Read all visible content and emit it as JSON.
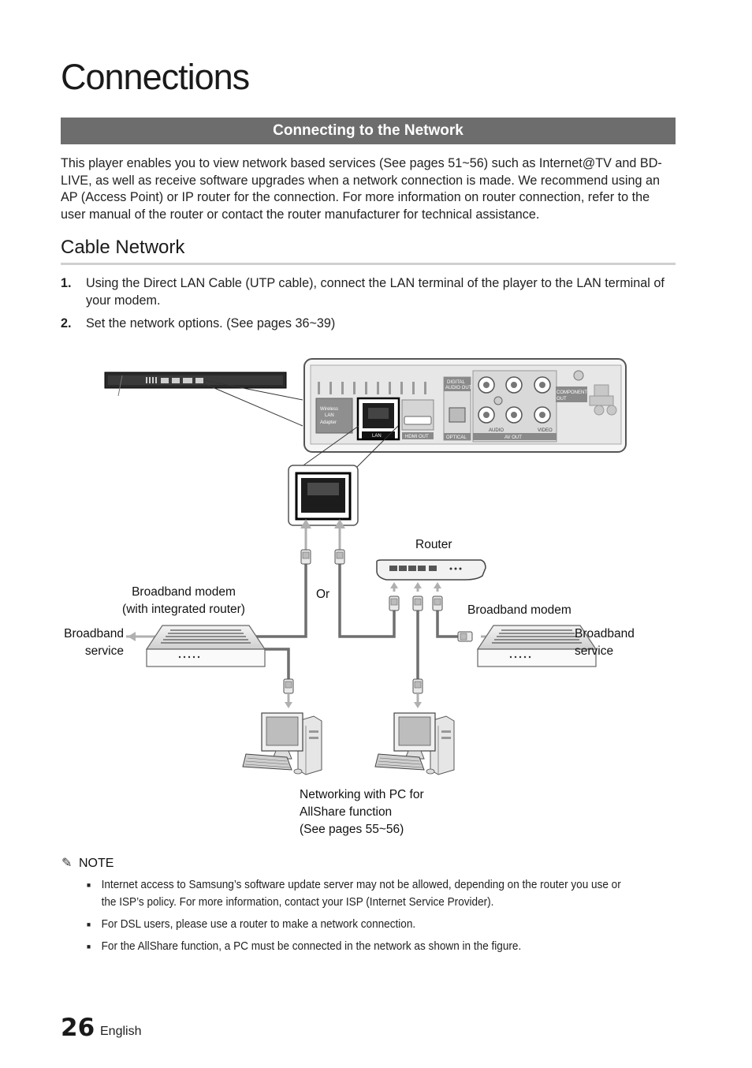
{
  "header": {
    "title": "Connections"
  },
  "section": {
    "heading": "Connecting to the Network"
  },
  "intro": "This player enables you to view network based services (See pages 51~56) such as Internet@TV and BD-LIVE, as well as receive software upgrades when a network connection is made. We recommend using an AP (Access Point) or IP router for the connection. For more information on router connection, refer to the user manual of the router or contact the router manufacturer for technical assistance.",
  "cable_network": {
    "heading": "Cable Network",
    "steps": [
      {
        "number": "1.",
        "text": "Using the Direct LAN Cable (UTP cable), connect the LAN terminal of the player to the LAN terminal of your modem."
      },
      {
        "number": "2.",
        "text": "Set the network options. (See pages 36~39)"
      }
    ]
  },
  "diagram": {
    "labels": {
      "router": "Router",
      "or": "Or",
      "modem_integrated_line1": "Broadband modem",
      "modem_integrated_line2": "(with integrated router)",
      "broadband_service_left_line1": "Broadband",
      "broadband_service_left_line2": "service",
      "broadband_modem_right": "Broadband modem",
      "broadband_service_right_line1": "Broadband",
      "broadband_service_right_line2": "service",
      "pc_line1": "Networking with PC for",
      "pc_line2": "AllShare function",
      "pc_line3": "(See pages 55~56)"
    },
    "panel_labels": {
      "wireless_line1": "Wireless",
      "wireless_line2": "LAN",
      "wireless_line3": "Adapter",
      "lan": "LAN",
      "hdmi_out": "HDMI OUT",
      "digital_audio_line1": "DIGITAL",
      "digital_audio_line2": "AUDIO OUT",
      "optical": "OPTICAL",
      "av_out": "AV OUT",
      "component_line1": "COMPONENT",
      "component_line2": "OUT",
      "audio": "AUDIO",
      "video": "VIDEO"
    }
  },
  "note": {
    "heading": "NOTE",
    "items": [
      "Internet access to Samsung’s software update server may not be allowed, depending on the router you use or the ISP’s policy. For more information, contact your ISP (Internet Service Provider).",
      "For DSL users, please use a router to make a network connection.",
      "For the AllShare function, a PC must be connected in the network as shown in the figure."
    ]
  },
  "footer": {
    "page_number": "26",
    "language": "English"
  }
}
